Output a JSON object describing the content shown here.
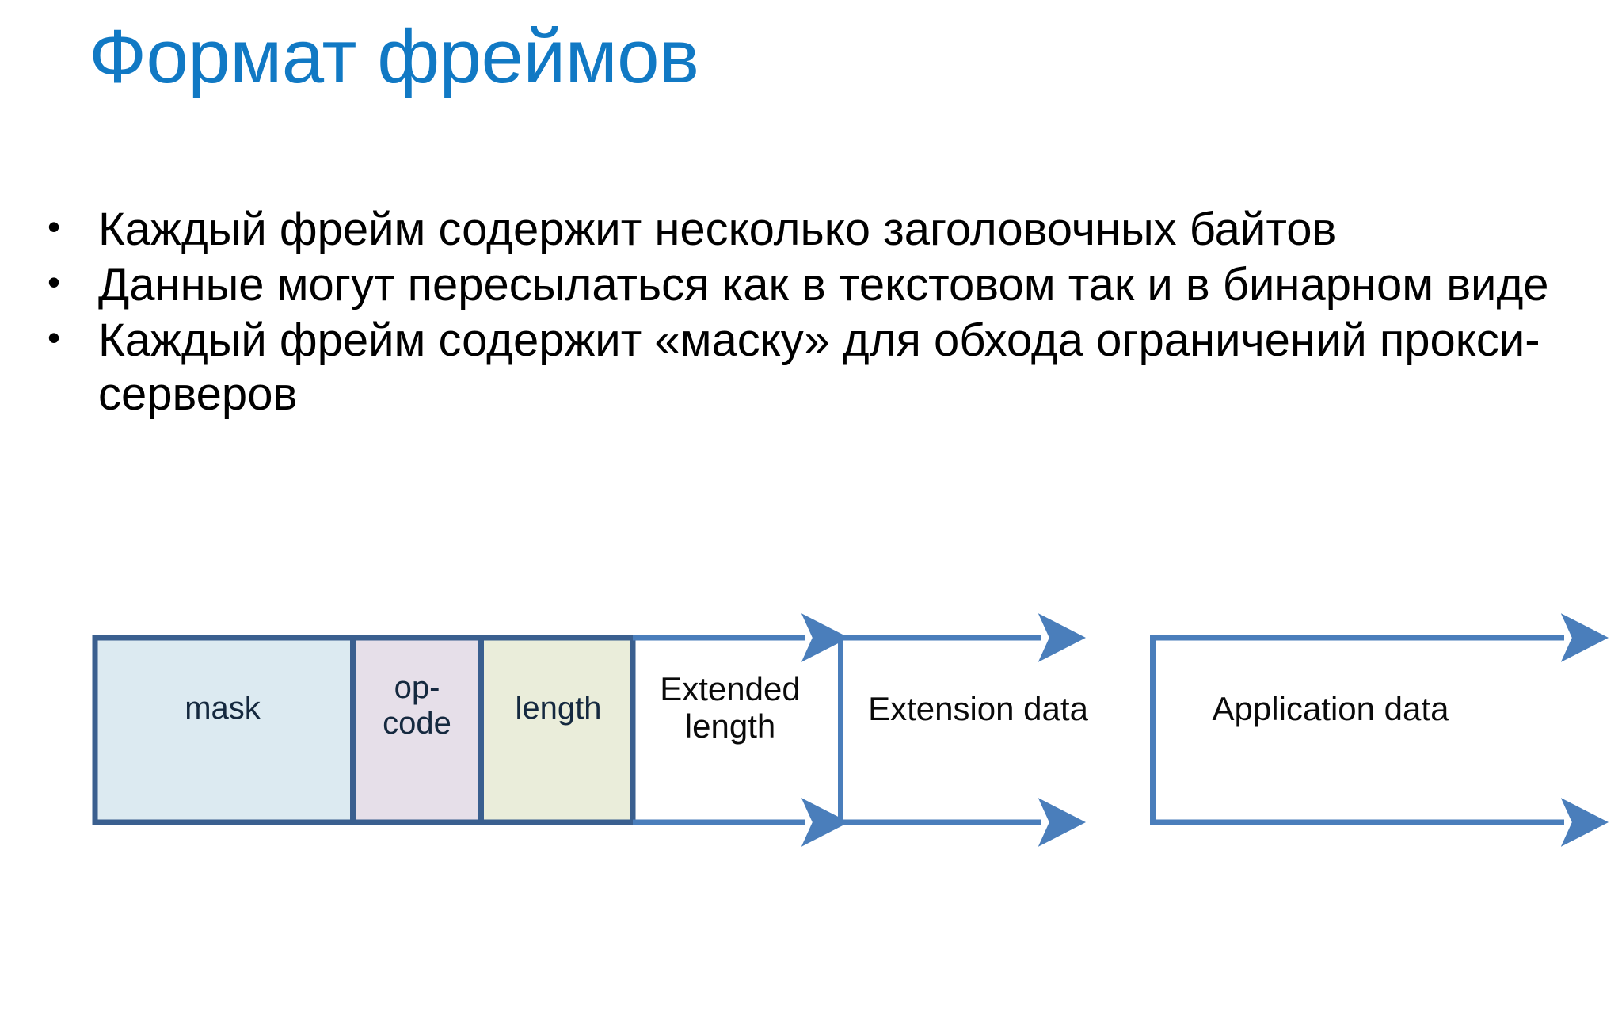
{
  "slide": {
    "title": "Формат фреймов",
    "title_color": "#1179C4",
    "background_color": "#FFFFFF",
    "bullet_marker": "•",
    "bullets": [
      "Каждый фрейм содержит несколько заголовочных байтов",
      "Данные могут пересылаться как в текстовом так и в бинарном виде",
      "Каждый фрейм содержит «маску» для обхода ограничений прокси-серверов"
    ]
  },
  "diagram": {
    "type": "frame-format-diagram",
    "border_color": "#3A5F8F",
    "arrow_color": "#4A7EBB",
    "segments": [
      {
        "id": "mask",
        "label": "mask",
        "fill": "#DCEAF1",
        "text_color": "#15293F",
        "filled": true
      },
      {
        "id": "op-code",
        "label": "op-\ncode",
        "fill": "#E6DFE9",
        "text_color": "#15293F",
        "filled": true
      },
      {
        "id": "length",
        "label": "length",
        "fill": "#EAEDDA",
        "text_color": "#15293F",
        "filled": true
      },
      {
        "id": "extended-length",
        "label": "Extended\nlength",
        "fill": "#FFFFFF",
        "text_color": "#0A0A0A",
        "filled": false
      },
      {
        "id": "extension-data",
        "label": "Extension data",
        "fill": "#FFFFFF",
        "text_color": "#0A0A0A",
        "filled": false
      },
      {
        "id": "application-data",
        "label": "Application data",
        "fill": "#FFFFFF",
        "text_color": "#0A0A0A",
        "filled": false
      }
    ]
  }
}
